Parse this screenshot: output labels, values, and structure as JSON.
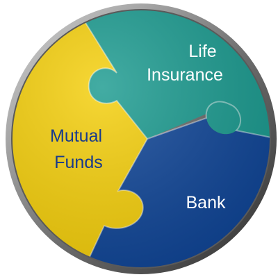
{
  "pieces": [
    {
      "id": "life-insurance",
      "lines": [
        "Life",
        "Insurance"
      ],
      "color": "#1a9a8f",
      "text_color": "#ffffff"
    },
    {
      "id": "mutual-funds",
      "lines": [
        "Mutual",
        "Funds"
      ],
      "color": "#f5cf0a",
      "text_color": "#173a8c"
    },
    {
      "id": "bank",
      "lines": [
        "Bank"
      ],
      "color": "#0f4597",
      "text_color": "#ffffff"
    }
  ],
  "colors": {
    "rim_dark": "#3a3a3a",
    "rim_light": "#bfbfbf"
  }
}
